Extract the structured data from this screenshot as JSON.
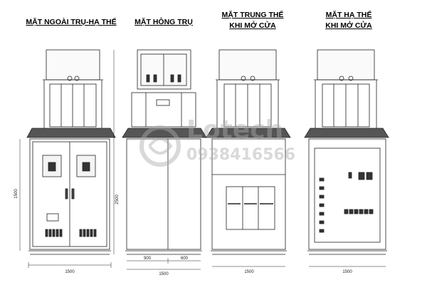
{
  "views": [
    {
      "title_lines": [
        "MẶT NGOÀI TRỤ-HẠ THẾ"
      ],
      "width_dim": "1500",
      "height_dim": "2500",
      "side_dim": "1500"
    },
    {
      "title_lines": [
        "MẶT  HÔNG TRỤ"
      ],
      "width_dim": "1500",
      "split_left": "900",
      "split_right": "600"
    },
    {
      "title_lines": [
        "MẶT TRUNG THẾ",
        "KHI MỞ CỬA"
      ],
      "width_dim": "1500"
    },
    {
      "title_lines": [
        "MẶT HẠ THẾ",
        "KHI MỞ CỬA"
      ],
      "width_dim": "1500"
    }
  ],
  "watermark": {
    "brand": "Lotech",
    "phone": "0938416566"
  },
  "colors": {
    "line": "#222222",
    "fill_light": "#f2f2f2",
    "fill_dark": "#333333",
    "watermark": "#aaaaaa"
  }
}
